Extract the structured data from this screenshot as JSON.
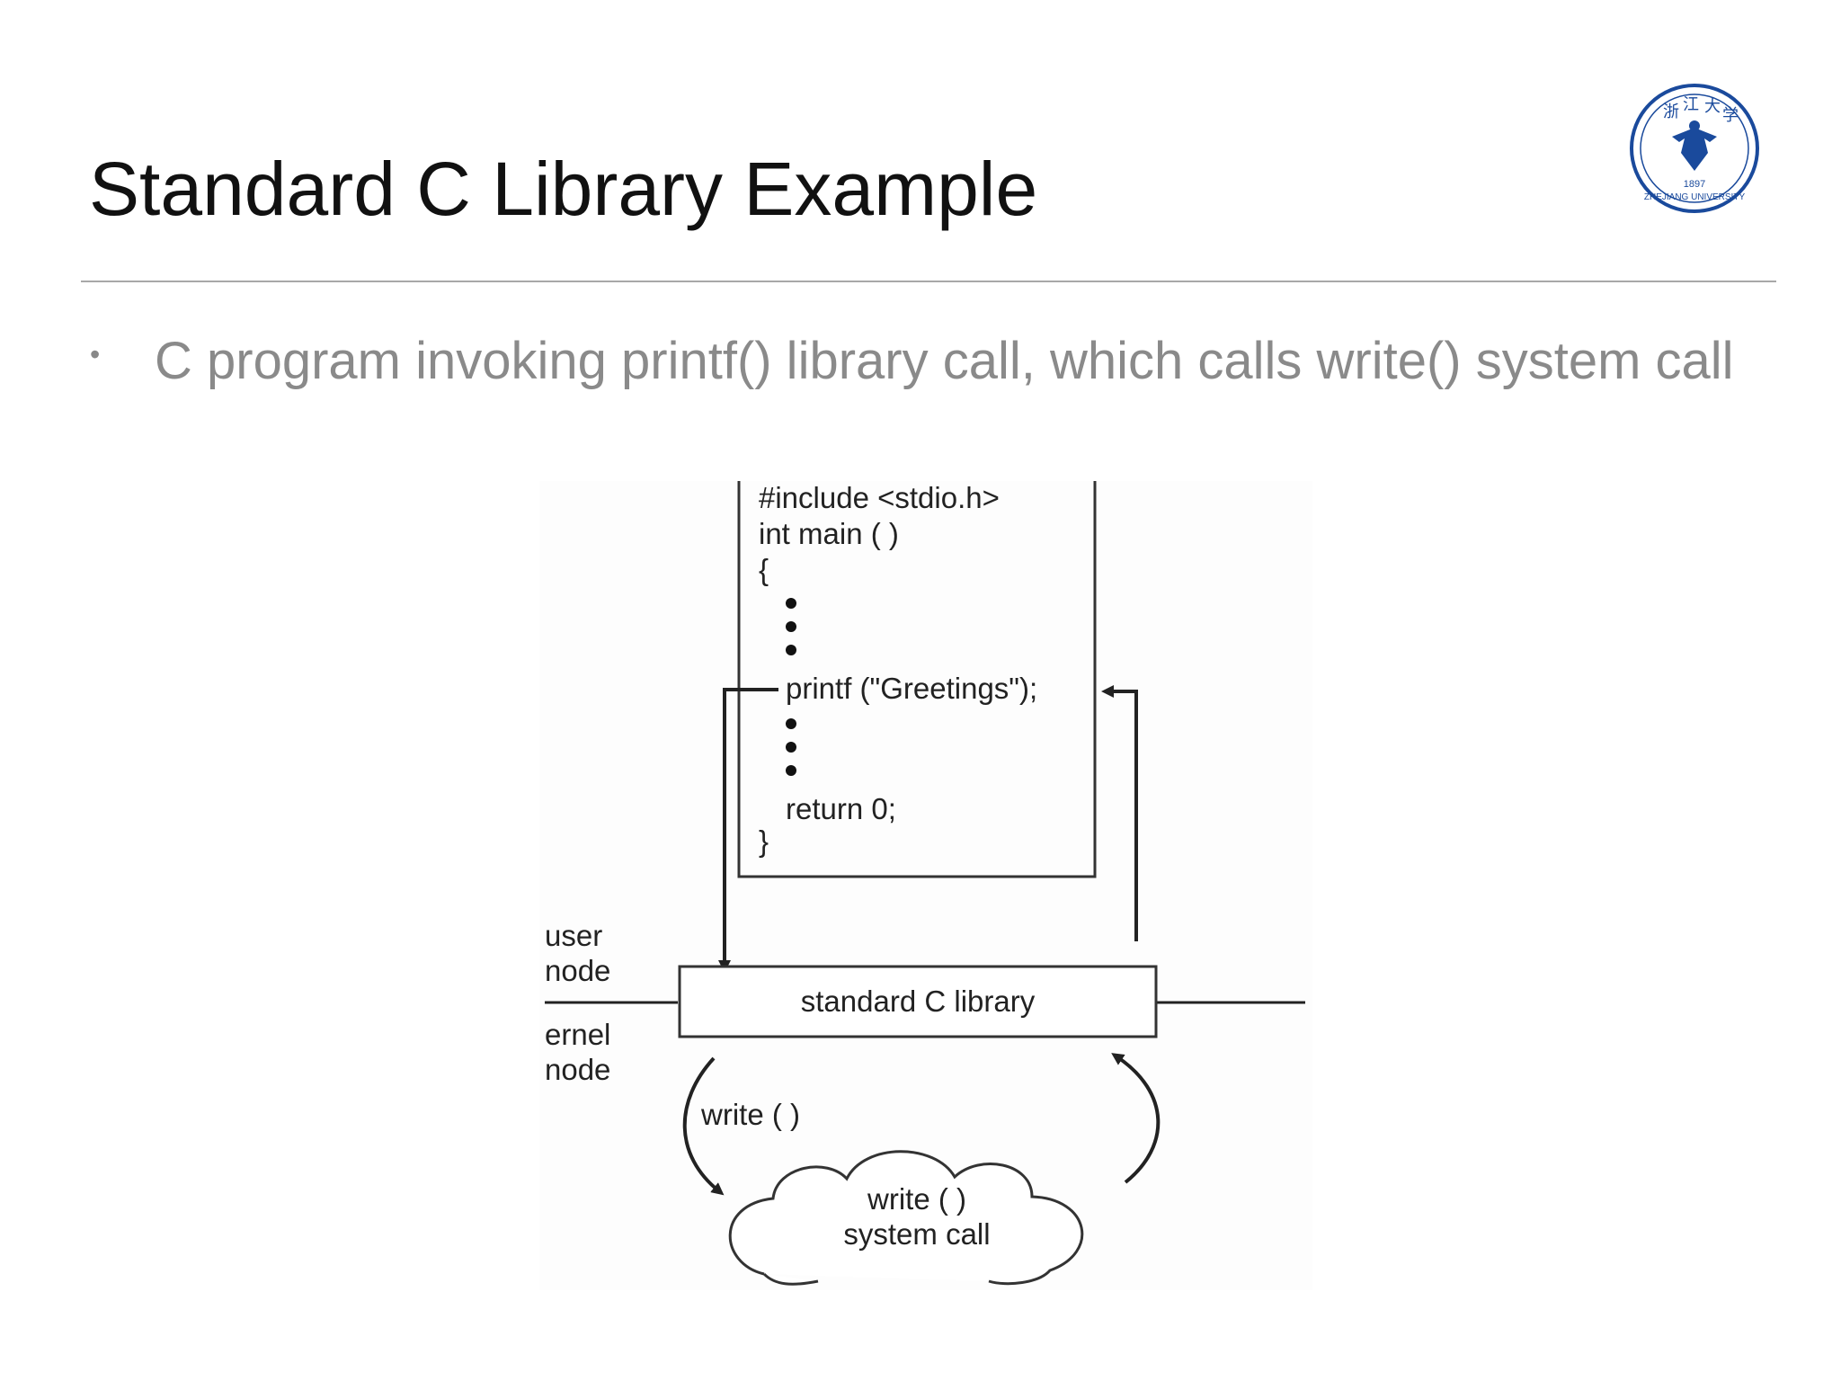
{
  "slide": {
    "title": "Standard C Library Example",
    "bullet": "C program invoking printf() library call, which calls write() system call"
  },
  "logo": {
    "name": "zhejiang-university-logo",
    "text": "ZHEJIANG UNIVERSITY",
    "year": "1897",
    "color": "#1a4a9c"
  },
  "diagram": {
    "code_lines": [
      "#include <stdio.h>",
      "int main ( )",
      "{",
      "printf (\"Greetings\");",
      "return 0;",
      "}"
    ],
    "labels": {
      "user": "user",
      "mode_upper": "node",
      "kernel": "ernel",
      "mode_lower": "node",
      "library": "standard C library",
      "write_call": "write ( )",
      "cloud_line1": "write ( )",
      "cloud_line2": "system call"
    }
  }
}
